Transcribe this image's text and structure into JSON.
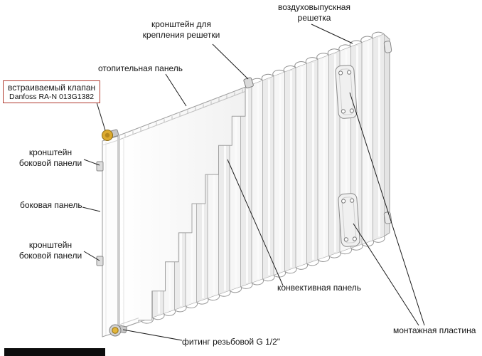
{
  "diagram": {
    "labels": {
      "air_vent": "воздуховыпускная\nрешетка",
      "grille_bracket": "кронштейн для\nкрепления решетки",
      "heating_panel": "отопительная панель",
      "valve_title": "встраиваемый клапан",
      "valve_model": "Danfoss RA-N 013G1382",
      "side_bracket_top": "кронштейн\nбоковой панели",
      "side_panel": "боковая панель",
      "side_bracket_bottom": "кронштейн\nбоковой панели",
      "fitting": "фитинг резьбовой G 1/2\"",
      "convective_panel": "конвективная панель",
      "mounting_plate": "монтажная пластина"
    },
    "colors": {
      "valve_brass": "#dcaa2e",
      "valve_box_border": "#b03a2e",
      "leader_line": "#1c1c1c",
      "metal_light": "#f6f6f6",
      "metal_shade": "#ebebeb"
    }
  }
}
